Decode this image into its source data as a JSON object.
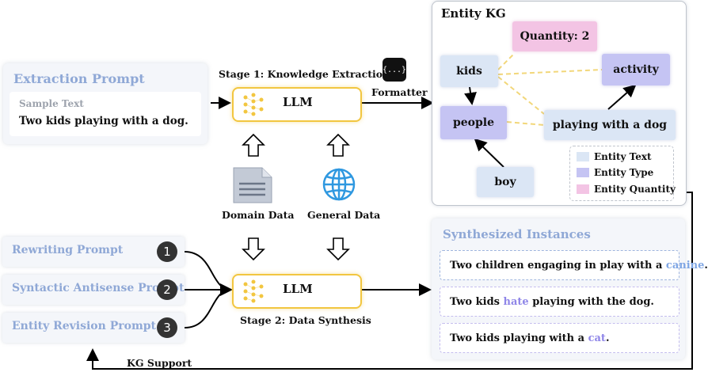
{
  "extraction": {
    "title": "Extraction Prompt",
    "sample_label": "Sample Text",
    "sample_text": "Two kids playing with a dog."
  },
  "stage1": {
    "label": "Stage 1: Knowledge Extraction",
    "llm": "LLM"
  },
  "formatter": {
    "label": "Formatter",
    "icon_glyph": "{...}"
  },
  "sources": {
    "domain": "Domain Data",
    "general": "General Data"
  },
  "entity_kg": {
    "title": "Entity KG",
    "nodes": {
      "quantity": "Quantity: 2",
      "kids": "kids",
      "activity": "activity",
      "people": "people",
      "playing": "playing with a dog",
      "boy": "boy"
    },
    "legend": [
      {
        "label": "Entity Text",
        "color": "#dbe6f5"
      },
      {
        "label": "Entity Type",
        "color": "#c5c4f3"
      },
      {
        "label": "Entity Quantity",
        "color": "#f3c4e4"
      }
    ]
  },
  "prompts": [
    {
      "label": "Rewriting Prompt",
      "num": "1"
    },
    {
      "label": "Syntactic Antisense Prompt",
      "num": "2"
    },
    {
      "label": "Entity Revision Prompt",
      "num": "3"
    }
  ],
  "stage2": {
    "label": "Stage 2: Data Synthesis",
    "llm": "LLM"
  },
  "synth": {
    "title": "Synthesized Instances",
    "instances": [
      {
        "before": "Two children engaging in play with a ",
        "hl": "canine",
        "after": "."
      },
      {
        "before": "Two kids ",
        "hl": "hate",
        "after": " playing with the dog."
      },
      {
        "before": "Two kids playing with a ",
        "hl": "cat",
        "after": "."
      }
    ]
  },
  "kg_support": "KG Support"
}
